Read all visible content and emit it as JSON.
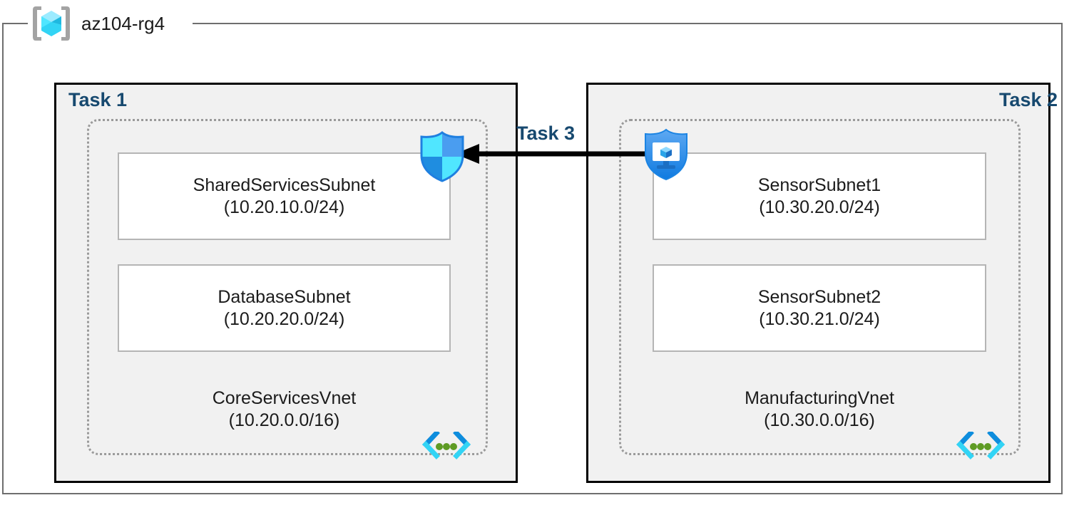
{
  "resource_group": {
    "name": "az104-rg4",
    "icon": "azure-resource-group-icon"
  },
  "diagram": {
    "type": "azure-network-topology",
    "tasks": [
      {
        "label": "Task 1",
        "label_align": "left",
        "vnet": {
          "name": "CoreServicesVnet",
          "cidr": "(10.20.0.0/16)",
          "icon": "virtual-network-icon",
          "subnets": [
            {
              "name": "SharedServicesSubnet",
              "cidr": "(10.20.10.0/24)"
            },
            {
              "name": "DatabaseSubnet",
              "cidr": "(10.20.20.0/24)"
            }
          ],
          "attached_service": {
            "name": "network-security-group-icon",
            "label": "Network Security Group"
          }
        }
      },
      {
        "label": "Task 2",
        "label_align": "right",
        "vnet": {
          "name": "ManufacturingVnet",
          "cidr": "(10.30.0.0/16)",
          "icon": "virtual-network-icon",
          "subnets": [
            {
              "name": "SensorSubnet1",
              "cidr": "(10.30.20.0/24)"
            },
            {
              "name": "SensorSubnet2",
              "cidr": "(10.30.21.0/24)"
            }
          ],
          "attached_service": {
            "name": "azure-bastion-icon",
            "label": "Azure Bastion"
          }
        }
      }
    ],
    "connection": {
      "label": "Task 3",
      "direction": "right-to-left",
      "from": "ManufacturingVnet",
      "to": "CoreServicesVnet",
      "style": "solid-arrow"
    }
  },
  "colors": {
    "task_label": "#17496f",
    "task_box_fill": "#f1f1f1",
    "task_box_border": "#000000",
    "vnet_border": "#9a9a9a",
    "subnet_border": "#b5b5b5",
    "subnet_fill": "#ffffff",
    "rg_frame": "#6e6e6e",
    "arrow": "#000000",
    "azure_blue": "#0078d4",
    "azure_cyan": "#50e6ff",
    "vnet_icon_green": "#5e9b24"
  }
}
